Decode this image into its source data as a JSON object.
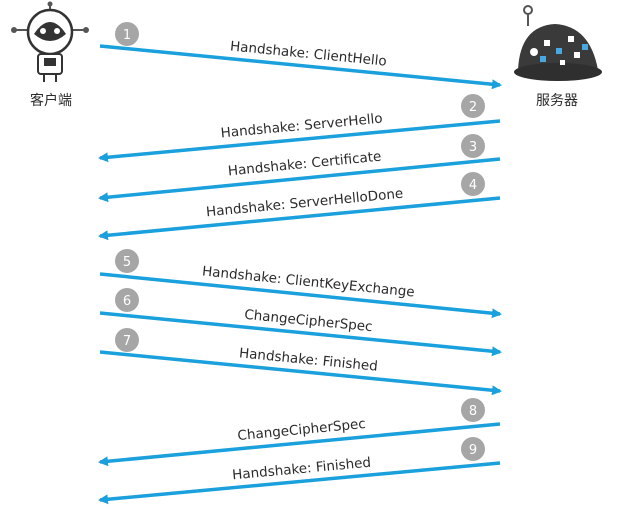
{
  "client_label": "客户端",
  "server_label": "服务器",
  "colors": {
    "arrow": "#1aa0dc",
    "badge": "#a6a6a6",
    "text": "#2b2b2b"
  },
  "messages": [
    {
      "step": "1",
      "label": "Handshake: ClientHello",
      "direction": "client-to-server"
    },
    {
      "step": "2",
      "label": "Handshake: ServerHello",
      "direction": "server-to-client"
    },
    {
      "step": "3",
      "label": "Handshake: Certificate",
      "direction": "server-to-client"
    },
    {
      "step": "4",
      "label": "Handshake: ServerHelloDone",
      "direction": "server-to-client"
    },
    {
      "step": "5",
      "label": "Handshake: ClientKeyExchange",
      "direction": "client-to-server"
    },
    {
      "step": "6",
      "label": "ChangeCipherSpec",
      "direction": "client-to-server"
    },
    {
      "step": "7",
      "label": "Handshake: Finished",
      "direction": "client-to-server"
    },
    {
      "step": "8",
      "label": "ChangeCipherSpec",
      "direction": "server-to-client"
    },
    {
      "step": "9",
      "label": "Handshake: Finished",
      "direction": "server-to-client"
    }
  ]
}
